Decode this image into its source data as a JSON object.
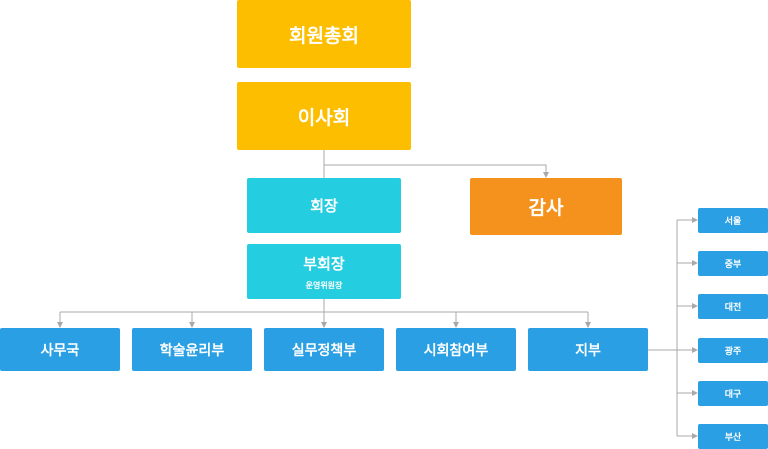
{
  "org": {
    "general_assembly": "회원총회",
    "board": "이사회",
    "president": "회장",
    "auditor": "감사",
    "vice_president": "부회장",
    "vice_president_note": "운영위원장",
    "departments": [
      "사무국",
      "학술윤리부",
      "실무정책부",
      "시회참여부",
      "지부"
    ],
    "branches": [
      "서울",
      "중부",
      "대전",
      "광주",
      "대구",
      "부산"
    ]
  },
  "colors": {
    "top": "#FDBE00",
    "executive": "#25CDE0",
    "auditor": "#F5921E",
    "department": "#2A9FE3",
    "connector": "#a9a9a9"
  }
}
